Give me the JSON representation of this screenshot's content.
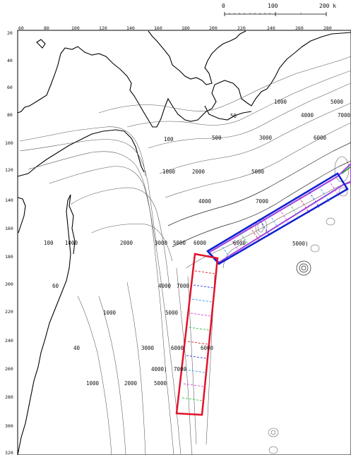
{
  "scale_bar": {
    "labels": [
      "0",
      "100",
      "200 k"
    ]
  },
  "axes": {
    "x_ticks": [
      "60",
      "80",
      "100",
      "120",
      "140",
      "160",
      "180",
      "200",
      "220",
      "240",
      "260",
      "280"
    ],
    "y_ticks": [
      "20",
      "40",
      "60",
      "80",
      "100",
      "120",
      "140",
      "160",
      "180",
      "200",
      "220",
      "240",
      "260",
      "280",
      "300",
      "320"
    ]
  },
  "depth_labels": [
    "1000",
    "5000",
    "4000",
    "7000",
    "50",
    "500",
    "3000",
    "6000",
    "100",
    "1000",
    "2000",
    "5000",
    "4000",
    "7000",
    "1000",
    "2000",
    "3000",
    "5000",
    "6000",
    "6000",
    "5000)",
    "4000",
    "7000",
    "1000",
    "5000",
    "3000",
    "6000",
    "6000",
    "4000)",
    "7000",
    "1000",
    "2000",
    "5000",
    "100",
    "60",
    "40"
  ],
  "colors": {
    "red_box": "#e0142a",
    "blue_box": "#1020d0",
    "purple_box": "#a040e0"
  }
}
